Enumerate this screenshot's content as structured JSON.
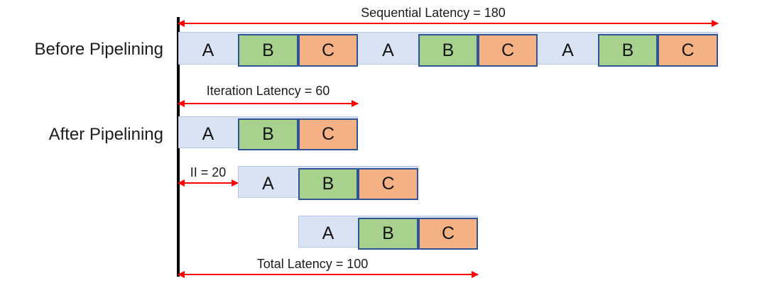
{
  "diagram": {
    "labels": {
      "before": "Before Pipelining",
      "after": "After Pipelining"
    },
    "annotations": {
      "sequential": "Sequential Latency = 180",
      "iteration": "Iteration Latency = 60",
      "ii": "II = 20",
      "total": "Total Latency = 100"
    },
    "values": {
      "sequential_latency": 180,
      "iteration_latency": 60,
      "initiation_interval": 20,
      "total_latency": 100
    },
    "before_row": [
      "A",
      "B",
      "C",
      "A",
      "B",
      "C",
      "A",
      "B",
      "C"
    ],
    "after_rows": [
      [
        "A",
        "B",
        "C"
      ],
      [
        "A",
        "B",
        "C"
      ],
      [
        "A",
        "B",
        "C"
      ]
    ],
    "colors": {
      "stage_a_fill": "#dae3f3",
      "stage_a_border": "#b4c7e7",
      "stage_b_fill": "#a9d18e",
      "stage_c_fill": "#f4b183",
      "stage_bc_border": "#2f5597",
      "arrow_red": "#ff0000",
      "axis_black": "#000000"
    }
  }
}
